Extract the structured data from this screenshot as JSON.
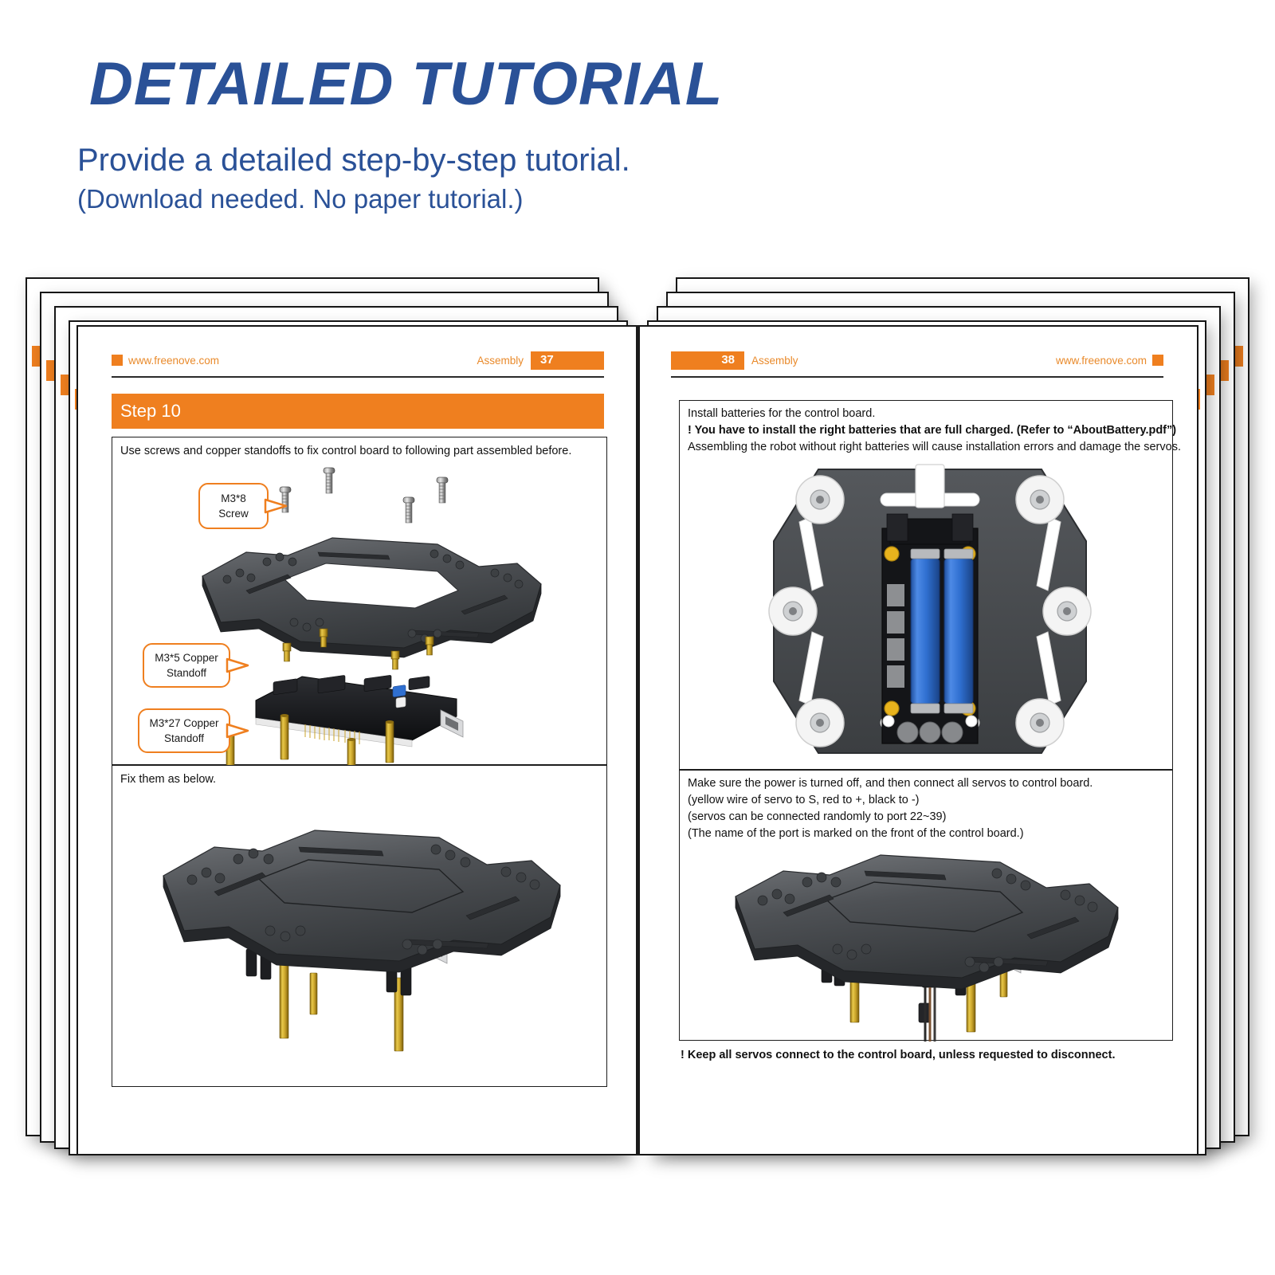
{
  "hero": {
    "title": "DETAILED TUTORIAL",
    "subtitle_line1": "Provide a detailed step-by-step tutorial.",
    "subtitle_line2": "(Download needed. No paper tutorial.)",
    "title_color": "#2a5197"
  },
  "colors": {
    "brand_orange": "#ef7f1f",
    "heading_blue": "#2a5197",
    "ink": "#111111",
    "battery_blue": "#2f6fd0"
  },
  "left_page": {
    "brand": "www.freenove.com",
    "section_label": "Assembly",
    "page_number": "37",
    "step_banner": "Step 10",
    "intro_text": "Use screws and copper standoffs to fix control board to following part assembled before.",
    "callouts": [
      {
        "line1": "M3*8",
        "line2": "Screw"
      },
      {
        "line1": "M3*5 Copper",
        "line2": "Standoff"
      },
      {
        "line1": "M3*27 Copper",
        "line2": "Standoff"
      }
    ],
    "fix_note": "Fix them as below."
  },
  "right_page": {
    "brand": "www.freenove.com",
    "section_label": "Assembly",
    "page_number": "38",
    "battery_block": [
      {
        "text": "Install batteries for the control board.",
        "bold": false
      },
      {
        "text": "! You have to install the right batteries that are full charged. (Refer to “AboutBattery.pdf”)",
        "bold": true
      },
      {
        "text": "  Assembling the robot without right batteries will cause installation errors and damage the servos.",
        "bold": false
      }
    ],
    "servo_block": [
      {
        "text": "Make sure the power is turned off, and then connect all servos to control board.",
        "bold": false
      },
      {
        "text": "(yellow wire of servo to S, red to +, black to -)",
        "bold": false
      },
      {
        "text": "(servos can be connected randomly to port 22~39)",
        "bold": false
      },
      {
        "text": "(The name of the port is marked on the front of the control board.)",
        "bold": false
      }
    ],
    "footer_note": "! Keep all servos connect to the control board, unless requested to disconnect."
  }
}
